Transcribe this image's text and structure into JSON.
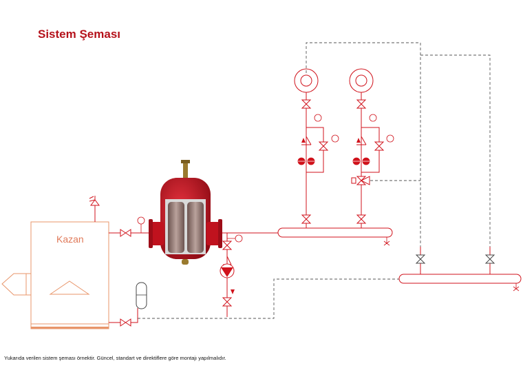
{
  "header": {
    "title": "Sistem Şeması"
  },
  "diagram": {
    "boiler_label": "Kazan",
    "colors": {
      "accent": "#b5121b",
      "pipe": "#d0121b",
      "boiler_outline": "#e8956a",
      "return_dashed": "#555555",
      "separator_body": "#c8102e"
    },
    "icons": [
      "boiler",
      "dirt-air-separator",
      "circulation-pump",
      "gate-valve",
      "check-valve",
      "thermometer",
      "expansion-tank",
      "safety-valve",
      "three-way-valve",
      "heat-consumer",
      "collector-header"
    ]
  },
  "footer": {
    "note": "Yukarıda verilen sistem şeması örnektir. Güncel, standart ve direktiflere göre montajı yapılmalıdır."
  }
}
